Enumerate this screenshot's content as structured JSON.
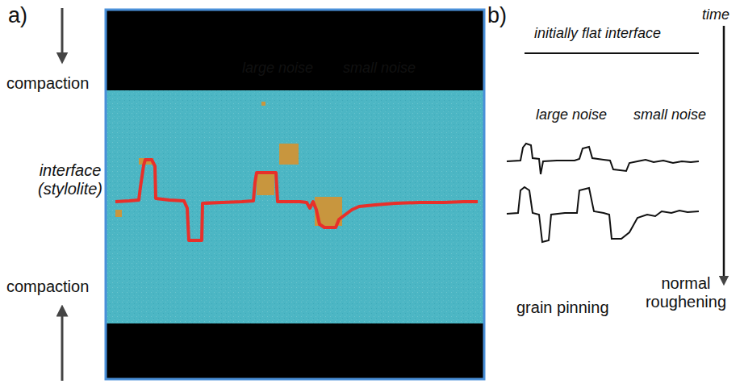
{
  "diagram": {
    "labels": [
      "a)",
      "compaction",
      "interface (stylolite)",
      "compaction",
      "large noise",
      "small noise",
      "b)",
      "initially flat interface",
      "time",
      "large noise",
      "small noise",
      "grain pinning",
      "normal roughening"
    ]
  }
}
